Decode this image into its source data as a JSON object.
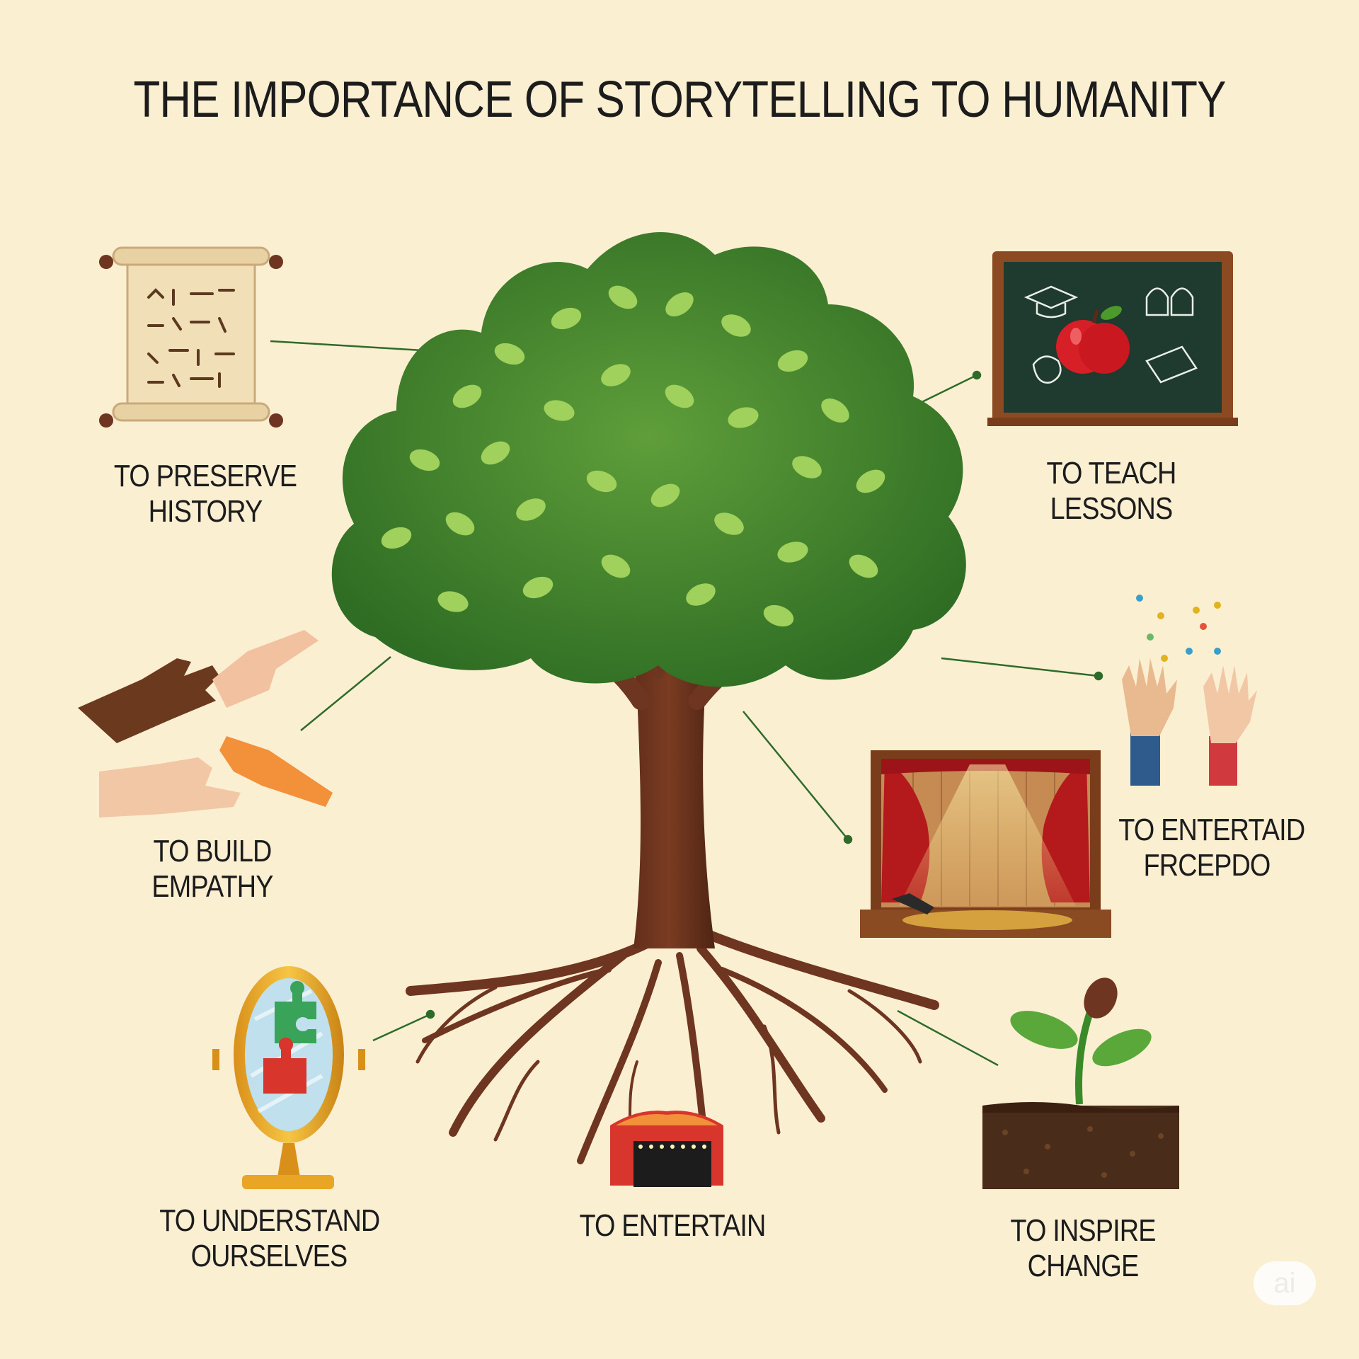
{
  "title": "THE IMPORTANCE OF STORYTELLING TO HUMANITY",
  "labels": {
    "preserve_history": [
      "TO PRESERVE",
      "HISTORY"
    ],
    "teach_lessons": [
      "TO TEACH",
      "LESSONS"
    ],
    "build_empathy": [
      "TO BUILD",
      "EMPATHY"
    ],
    "entertaid": [
      "TO ENTERTAID",
      "FRCEPDO"
    ],
    "understand_ourselves": [
      "TO UNDERSTAND",
      "OURSELVES"
    ],
    "entertain": [
      "TO ENTERTAIN"
    ],
    "inspire_change": [
      "TO INSPIRE",
      "CHANGE"
    ]
  },
  "watermark": "ai",
  "colors": {
    "background": "#fbefd2",
    "leaf_dark": "#3f7d2c",
    "leaf_light": "#9fd15c",
    "trunk": "#6e3520",
    "connector": "#2e6b2a",
    "curtain": "#b4191c",
    "chalkboard": "#1f3a2e"
  },
  "icons": [
    "scroll-icon",
    "chalkboard-icon",
    "hands-icon",
    "theater-stage-icon",
    "raised-hands-icon",
    "mirror-icon",
    "tent-icon",
    "sprout-icon",
    "tree-icon"
  ]
}
